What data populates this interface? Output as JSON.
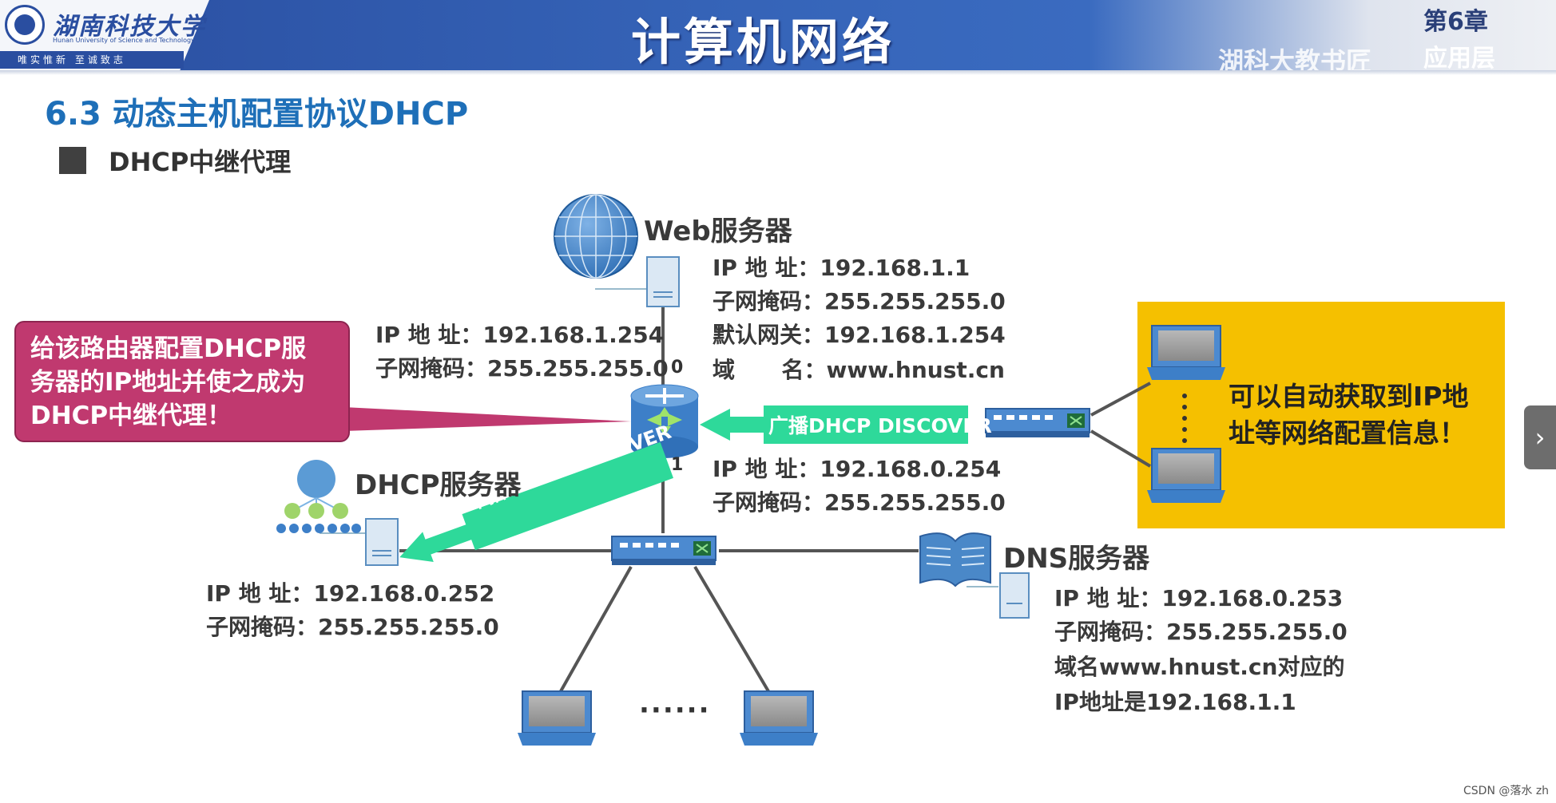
{
  "header": {
    "logo_cn": "湖南科技大学",
    "logo_en": "Hunan University of Science and Technology",
    "logo_motto": "唯实惟新  至诚致志",
    "title": "计算机网络",
    "chapter": "第6章",
    "chapter_sub": "应用层",
    "watermark": "湖科大教书匠"
  },
  "section_title": "6.3 动态主机配置协议DHCP",
  "subsection_title": "DHCP中继代理",
  "web_server": {
    "label": "Web服务器",
    "ip": "IP 地  址：192.168.1.1",
    "mask": "子网掩码：255.255.255.0",
    "gateway": "默认网关：192.168.1.254",
    "domain": "域      名：www.hnust.cn"
  },
  "router": {
    "if0_ip": "IP 地  址：192.168.1.254",
    "if0_mask": "子网掩码：255.255.255.0",
    "if0_label": "0",
    "if1_label": "1",
    "if1_ip": "IP 地  址：192.168.0.254",
    "if1_mask": "子网掩码：255.255.255.0"
  },
  "callout": {
    "line1": "给该路由器配置DHCP服",
    "line2": "务器的IP地址并使之成为",
    "line3": "DHCP中继代理！"
  },
  "broadcast_label": "广播DHCP DISCOVER",
  "unicast_label": "单播DHCP DISCOVER",
  "yellow_box": {
    "text": "可以自动获取到IP地址等网络配置信息！"
  },
  "dhcp_server": {
    "label": "DHCP服务器",
    "ip": "IP 地  址：192.168.0.252",
    "mask": "子网掩码：255.255.255.0"
  },
  "dns_server": {
    "label": "DNS服务器",
    "ip": "IP 地  址：192.168.0.253",
    "mask": "子网掩码：255.255.255.0",
    "note1": "域名www.hnust.cn对应的",
    "note2": "IP地址是192.168.1.1"
  },
  "ellipsis": "······",
  "footer": "CSDN @落水 zh",
  "colors": {
    "header_blue": "#3563b7",
    "title_blue": "#1e6fb8",
    "callout_pink": "#c0396f",
    "arrow_green": "#2ed99a",
    "yellow": "#f5c000"
  }
}
